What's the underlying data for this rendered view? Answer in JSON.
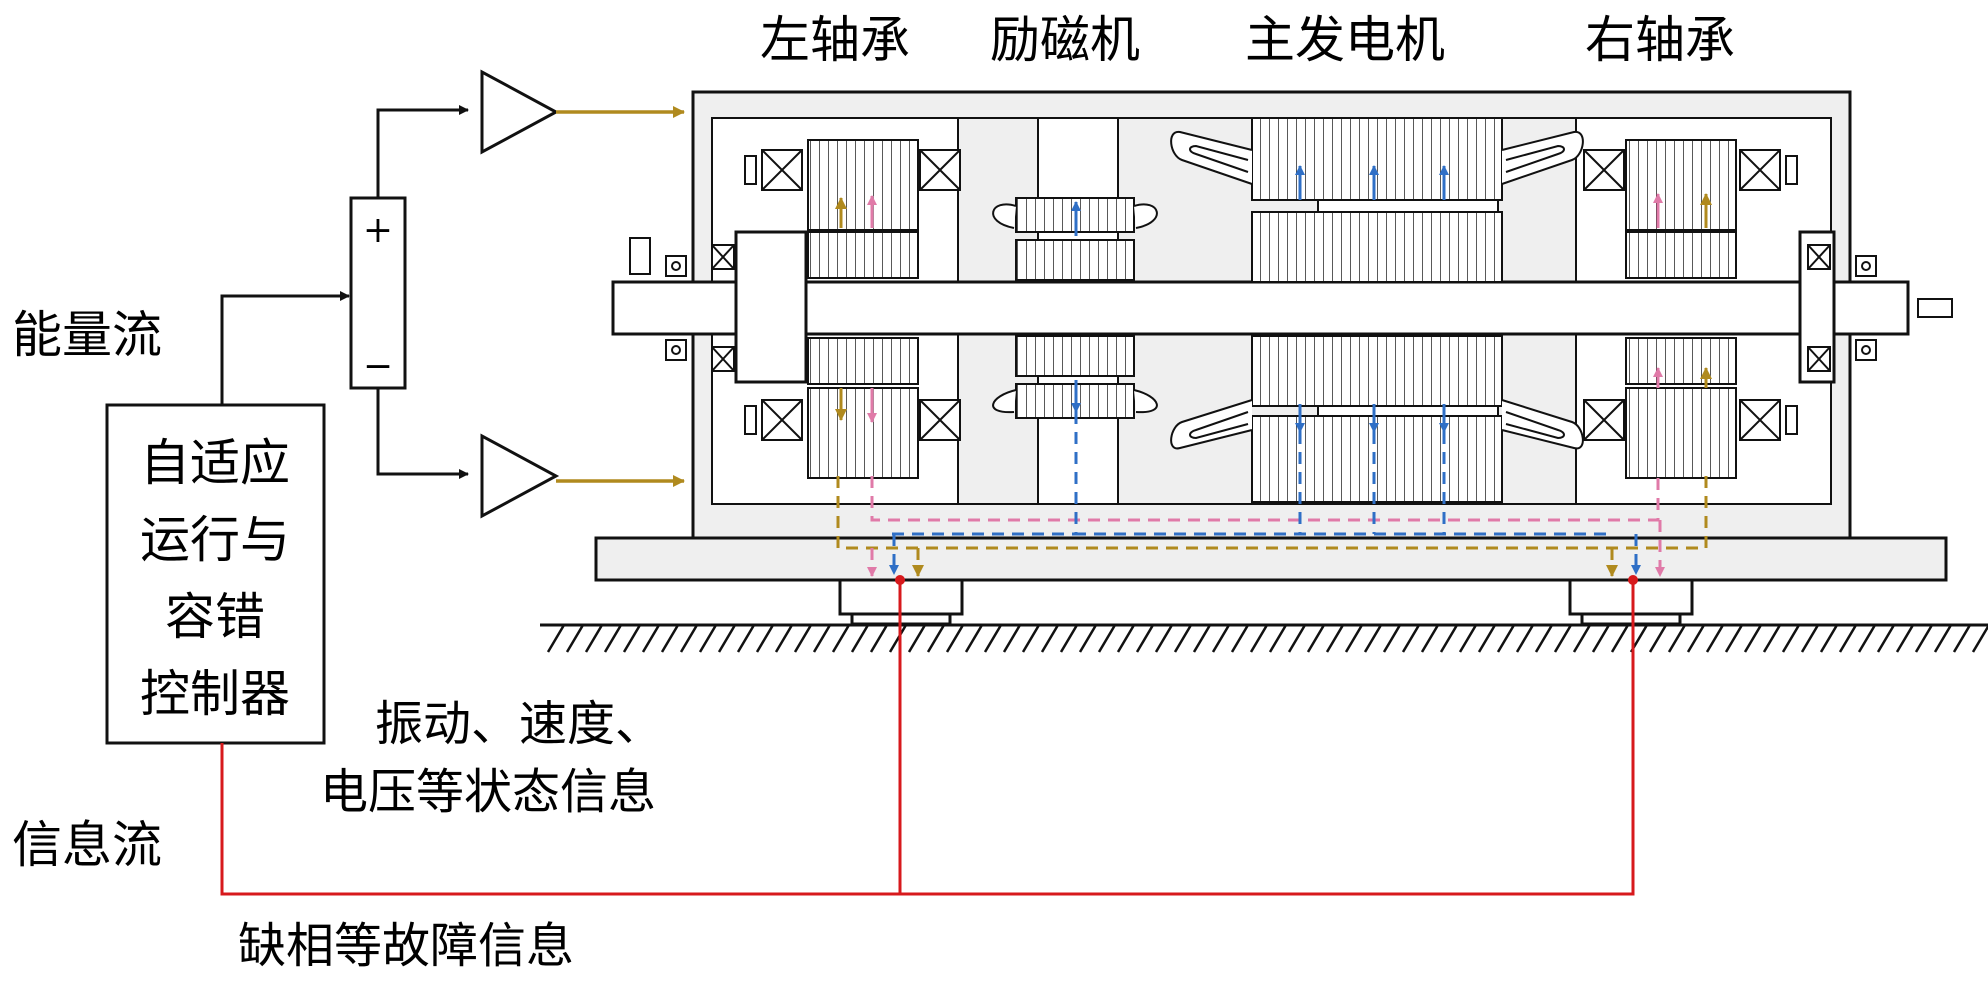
{
  "labels": {
    "left_bearing": "左轴承",
    "exciter": "励磁机",
    "main_generator": "主发电机",
    "right_bearing": "右轴承",
    "energy_flow": "能量流",
    "info_flow": "信息流",
    "controller_lines": [
      "自适应",
      "运行与",
      "容错",
      "控制器"
    ],
    "status_info_line1": "振动、速度、",
    "status_info_line2": "电压等状态信息",
    "fault_info": "缺相等故障信息"
  },
  "symbols": {
    "plus": "+",
    "minus": "−"
  },
  "colors": {
    "frame": "#efefef",
    "line": "#1a1a1a",
    "energy_arrow": "#b08a1e",
    "flux_blue": "#2f6fc6",
    "flux_pink": "#e07aa8",
    "info_red": "#d7191c"
  }
}
